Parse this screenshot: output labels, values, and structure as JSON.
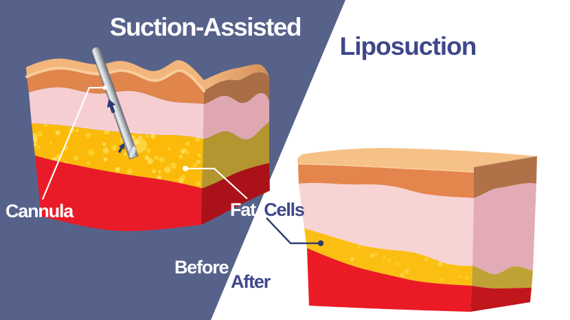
{
  "title": {
    "part1": "Suction-Assisted",
    "part2": "Liposuction"
  },
  "labels": {
    "cannula": "Cannula",
    "fat": "Fat",
    "cells": "Cells",
    "before": "Before",
    "after": "After"
  },
  "colors": {
    "background_left": "#57628b",
    "background_right": "#ffffff",
    "title_white": "#ffffff",
    "title_navy": "#3e4789",
    "leader_white": "#ffffff",
    "leader_navy": "#2e3a6e",
    "block_top_tan": "#f2b57c",
    "block_top_tan_dark": "#d39058",
    "block_top_lip": "#f9d2a0",
    "epidermis_orange": "#e0854c",
    "dermis_pink": "#f6ced1",
    "fat_yellow": "#fbba0a",
    "fat_cell_yellow": "#ffd637",
    "fat_cell_light": "#ffe268",
    "muscle_red": "#e91b28",
    "side_brown": "#a96e45",
    "side_pink": "#dfa8b1",
    "side_olive": "#b3962f",
    "side_red": "#ab1118",
    "after_top_tan": "#f5c187",
    "after_top_lip": "#fbd9a9",
    "after_orange": "#e5854e",
    "after_pink": "#f7d3d4",
    "after_yellow": "#fbbf13",
    "after_red": "#ea1b25",
    "after_side_brown": "#b07149",
    "after_side_pink": "#e2abb5",
    "after_side_olive": "#bfa236",
    "after_side_red": "#c2161d",
    "cannula_dark": "#6f747e",
    "cannula_light": "#eef0f3",
    "cannula_mid": "#c3c7cd",
    "fat_ball": "#ffd23f",
    "arrow_navy": "#2b3a72"
  }
}
